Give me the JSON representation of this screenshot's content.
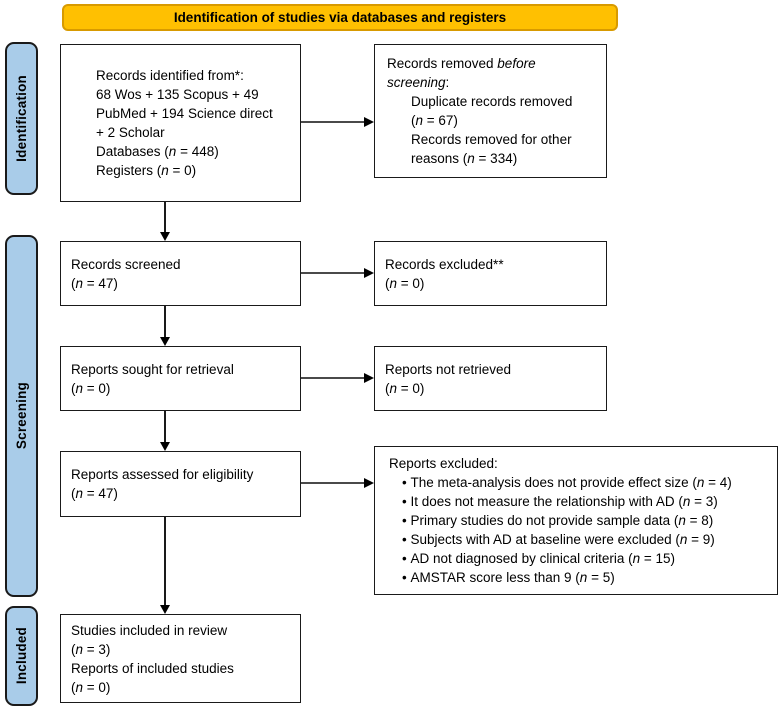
{
  "banner": {
    "label": "Identification of studies via databases and registers"
  },
  "stages": {
    "identification": "Identification",
    "screening": "Screening",
    "included": "Included"
  },
  "colors": {
    "banner_bg": "#FFC001",
    "banner_border": "#D89A00",
    "stage_bg": "#A9CCE9",
    "box_border": "#1a1a1a",
    "text": "#000000"
  },
  "boxes": {
    "records_identified": {
      "lines": [
        {
          "segs": [
            {
              "t": "Records identified from*:"
            }
          ]
        },
        {
          "segs": [
            {
              "t": "68 Wos + 135 Scopus + 49"
            }
          ]
        },
        {
          "segs": [
            {
              "t": "PubMed + 194 Science direct"
            }
          ]
        },
        {
          "segs": [
            {
              "t": "+ 2 Scholar"
            }
          ]
        },
        {
          "segs": [
            {
              "t": "Databases ("
            },
            {
              "t": "n",
              "i": true
            },
            {
              "t": " = 448)"
            }
          ]
        },
        {
          "segs": [
            {
              "t": "Registers ("
            },
            {
              "t": "n",
              "i": true
            },
            {
              "t": " = 0)"
            }
          ]
        }
      ]
    },
    "records_removed": {
      "lines": [
        {
          "segs": [
            {
              "t": "Records removed "
            },
            {
              "t": "before",
              "i": true
            }
          ]
        },
        {
          "segs": [
            {
              "t": "screening",
              "i": true
            },
            {
              "t": ":"
            }
          ]
        },
        {
          "indent": true,
          "segs": [
            {
              "t": "Duplicate records removed"
            }
          ]
        },
        {
          "indent": true,
          "segs": [
            {
              "t": "("
            },
            {
              "t": "n",
              "i": true
            },
            {
              "t": " = 67)"
            }
          ]
        },
        {
          "indent": true,
          "segs": [
            {
              "t": "Records removed for other"
            }
          ]
        },
        {
          "indent": true,
          "segs": [
            {
              "t": "reasons ("
            },
            {
              "t": "n",
              "i": true
            },
            {
              "t": " = 334)"
            }
          ]
        }
      ]
    },
    "records_screened": {
      "lines": [
        {
          "segs": [
            {
              "t": "Records screened"
            }
          ]
        },
        {
          "segs": [
            {
              "t": "("
            },
            {
              "t": "n",
              "i": true
            },
            {
              "t": " = 47)"
            }
          ]
        }
      ]
    },
    "records_excluded": {
      "lines": [
        {
          "segs": [
            {
              "t": "Records excluded**"
            }
          ]
        },
        {
          "segs": [
            {
              "t": "("
            },
            {
              "t": "n",
              "i": true
            },
            {
              "t": " = 0)"
            }
          ]
        }
      ]
    },
    "reports_sought": {
      "lines": [
        {
          "segs": [
            {
              "t": "Reports sought for retrieval"
            }
          ]
        },
        {
          "segs": [
            {
              "t": "("
            },
            {
              "t": "n",
              "i": true
            },
            {
              "t": " = 0)"
            }
          ]
        }
      ]
    },
    "reports_not_retrieved": {
      "lines": [
        {
          "segs": [
            {
              "t": "Reports not retrieved"
            }
          ]
        },
        {
          "segs": [
            {
              "t": "("
            },
            {
              "t": "n",
              "i": true
            },
            {
              "t": " = 0)"
            }
          ]
        }
      ]
    },
    "reports_assessed": {
      "lines": [
        {
          "segs": [
            {
              "t": "Reports assessed for eligibility"
            }
          ]
        },
        {
          "segs": [
            {
              "t": "("
            },
            {
              "t": "n",
              "i": true
            },
            {
              "t": " = 47)"
            }
          ]
        }
      ]
    },
    "reports_excluded": {
      "lines": [
        {
          "segs": [
            {
              "t": "Reports excluded:"
            }
          ]
        },
        {
          "bullet": true,
          "segs": [
            {
              "t": "The meta-analysis does not provide effect size ("
            },
            {
              "t": "n",
              "i": true
            },
            {
              "t": " = 4)"
            }
          ]
        },
        {
          "bullet": true,
          "segs": [
            {
              "t": "It does not measure the relationship with AD ("
            },
            {
              "t": "n",
              "i": true
            },
            {
              "t": " = 3)"
            }
          ]
        },
        {
          "bullet": true,
          "segs": [
            {
              "t": "Primary studies do not provide sample data ("
            },
            {
              "t": "n",
              "i": true
            },
            {
              "t": " = 8)"
            }
          ]
        },
        {
          "bullet": true,
          "segs": [
            {
              "t": "Subjects with AD at baseline were excluded ("
            },
            {
              "t": "n",
              "i": true
            },
            {
              "t": " = 9)"
            }
          ]
        },
        {
          "bullet": true,
          "segs": [
            {
              "t": "AD not diagnosed by clinical criteria ("
            },
            {
              "t": "n",
              "i": true
            },
            {
              "t": " = 15)"
            }
          ]
        },
        {
          "bullet": true,
          "segs": [
            {
              "t": "AMSTAR score less than 9 ("
            },
            {
              "t": "n",
              "i": true
            },
            {
              "t": " = 5)"
            }
          ]
        }
      ]
    },
    "studies_included": {
      "lines": [
        {
          "segs": [
            {
              "t": "Studies included in review"
            }
          ]
        },
        {
          "segs": [
            {
              "t": "("
            },
            {
              "t": "n",
              "i": true
            },
            {
              "t": " = 3)"
            }
          ]
        },
        {
          "segs": [
            {
              "t": "Reports of included studies"
            }
          ]
        },
        {
          "segs": [
            {
              "t": "("
            },
            {
              "t": "n",
              "i": true
            },
            {
              "t": " = 0)"
            }
          ]
        }
      ]
    }
  }
}
